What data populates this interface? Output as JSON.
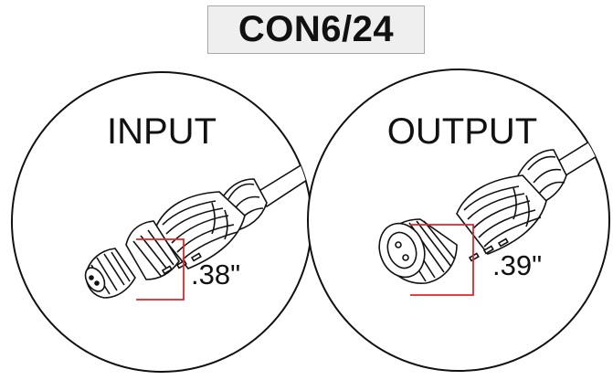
{
  "title": "CON6/24",
  "panels": [
    {
      "label": "INPUT",
      "dimension": ".38\""
    },
    {
      "label": "OUTPUT",
      "dimension": ".39\""
    }
  ],
  "colors": {
    "outline": "#111111",
    "dimension_box": "#e0262a",
    "title_bg": "#efefef"
  }
}
